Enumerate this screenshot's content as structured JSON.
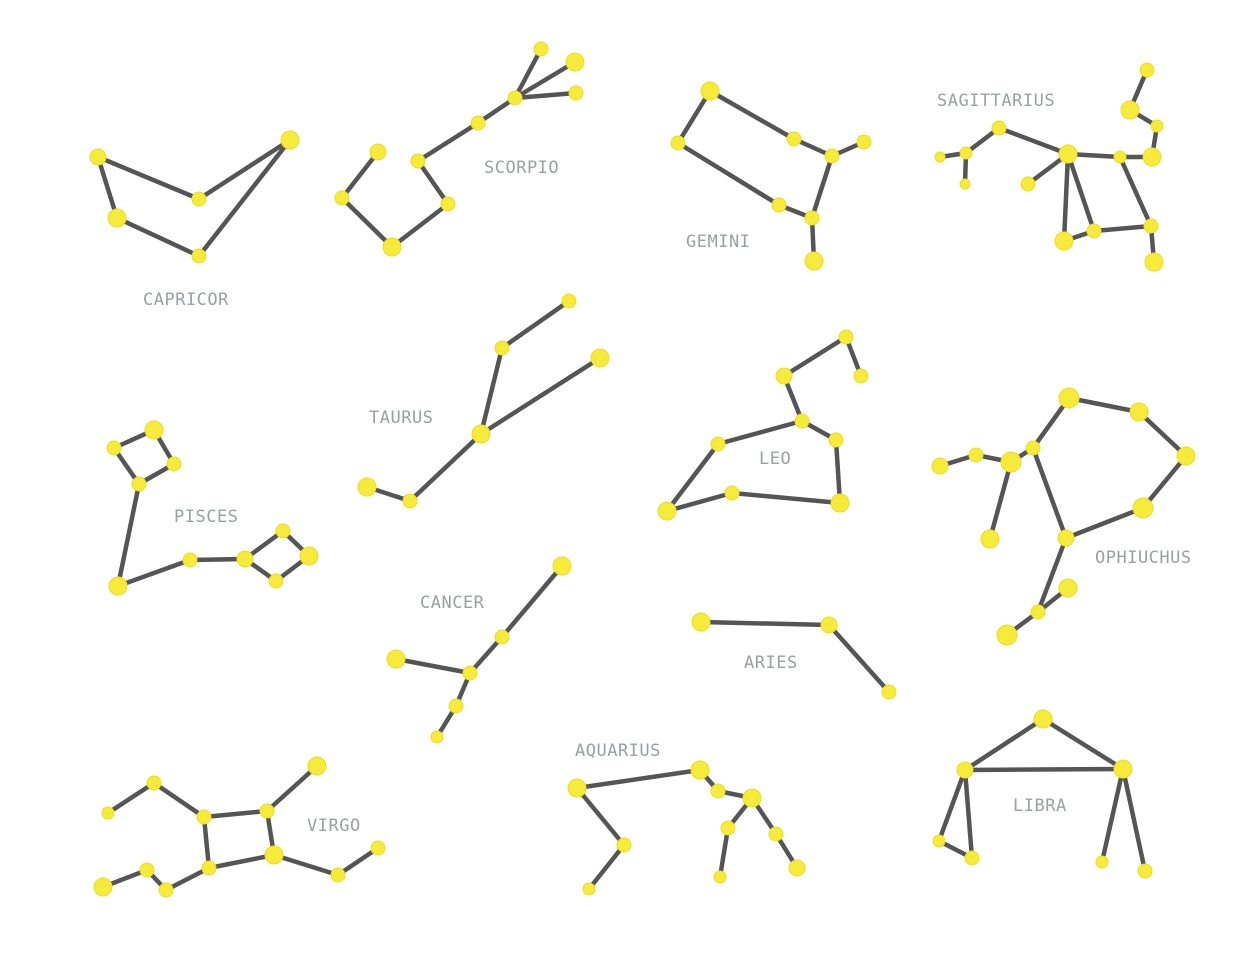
{
  "colors": {
    "star": "#f6ea3a",
    "line": "#555555",
    "label": "#9aa0a2",
    "background": "#ffffff"
  },
  "constellations": {
    "capricor": {
      "name": "CAPRICOR"
    },
    "scorpio": {
      "name": "SCORPIO"
    },
    "gemini": {
      "name": "GEMINI"
    },
    "sagittarius": {
      "name": "SAGITTARIUS"
    },
    "taurus": {
      "name": "TAURUS"
    },
    "leo": {
      "name": "LEO"
    },
    "pisces": {
      "name": "PISCES"
    },
    "ophiuchus": {
      "name": "OPHIUCHUS"
    },
    "cancer": {
      "name": "CANCER"
    },
    "aries": {
      "name": "ARIES"
    },
    "aquarius": {
      "name": "AQUARIUS"
    },
    "virgo": {
      "name": "VIRGO"
    },
    "libra": {
      "name": "LIBRA"
    }
  }
}
